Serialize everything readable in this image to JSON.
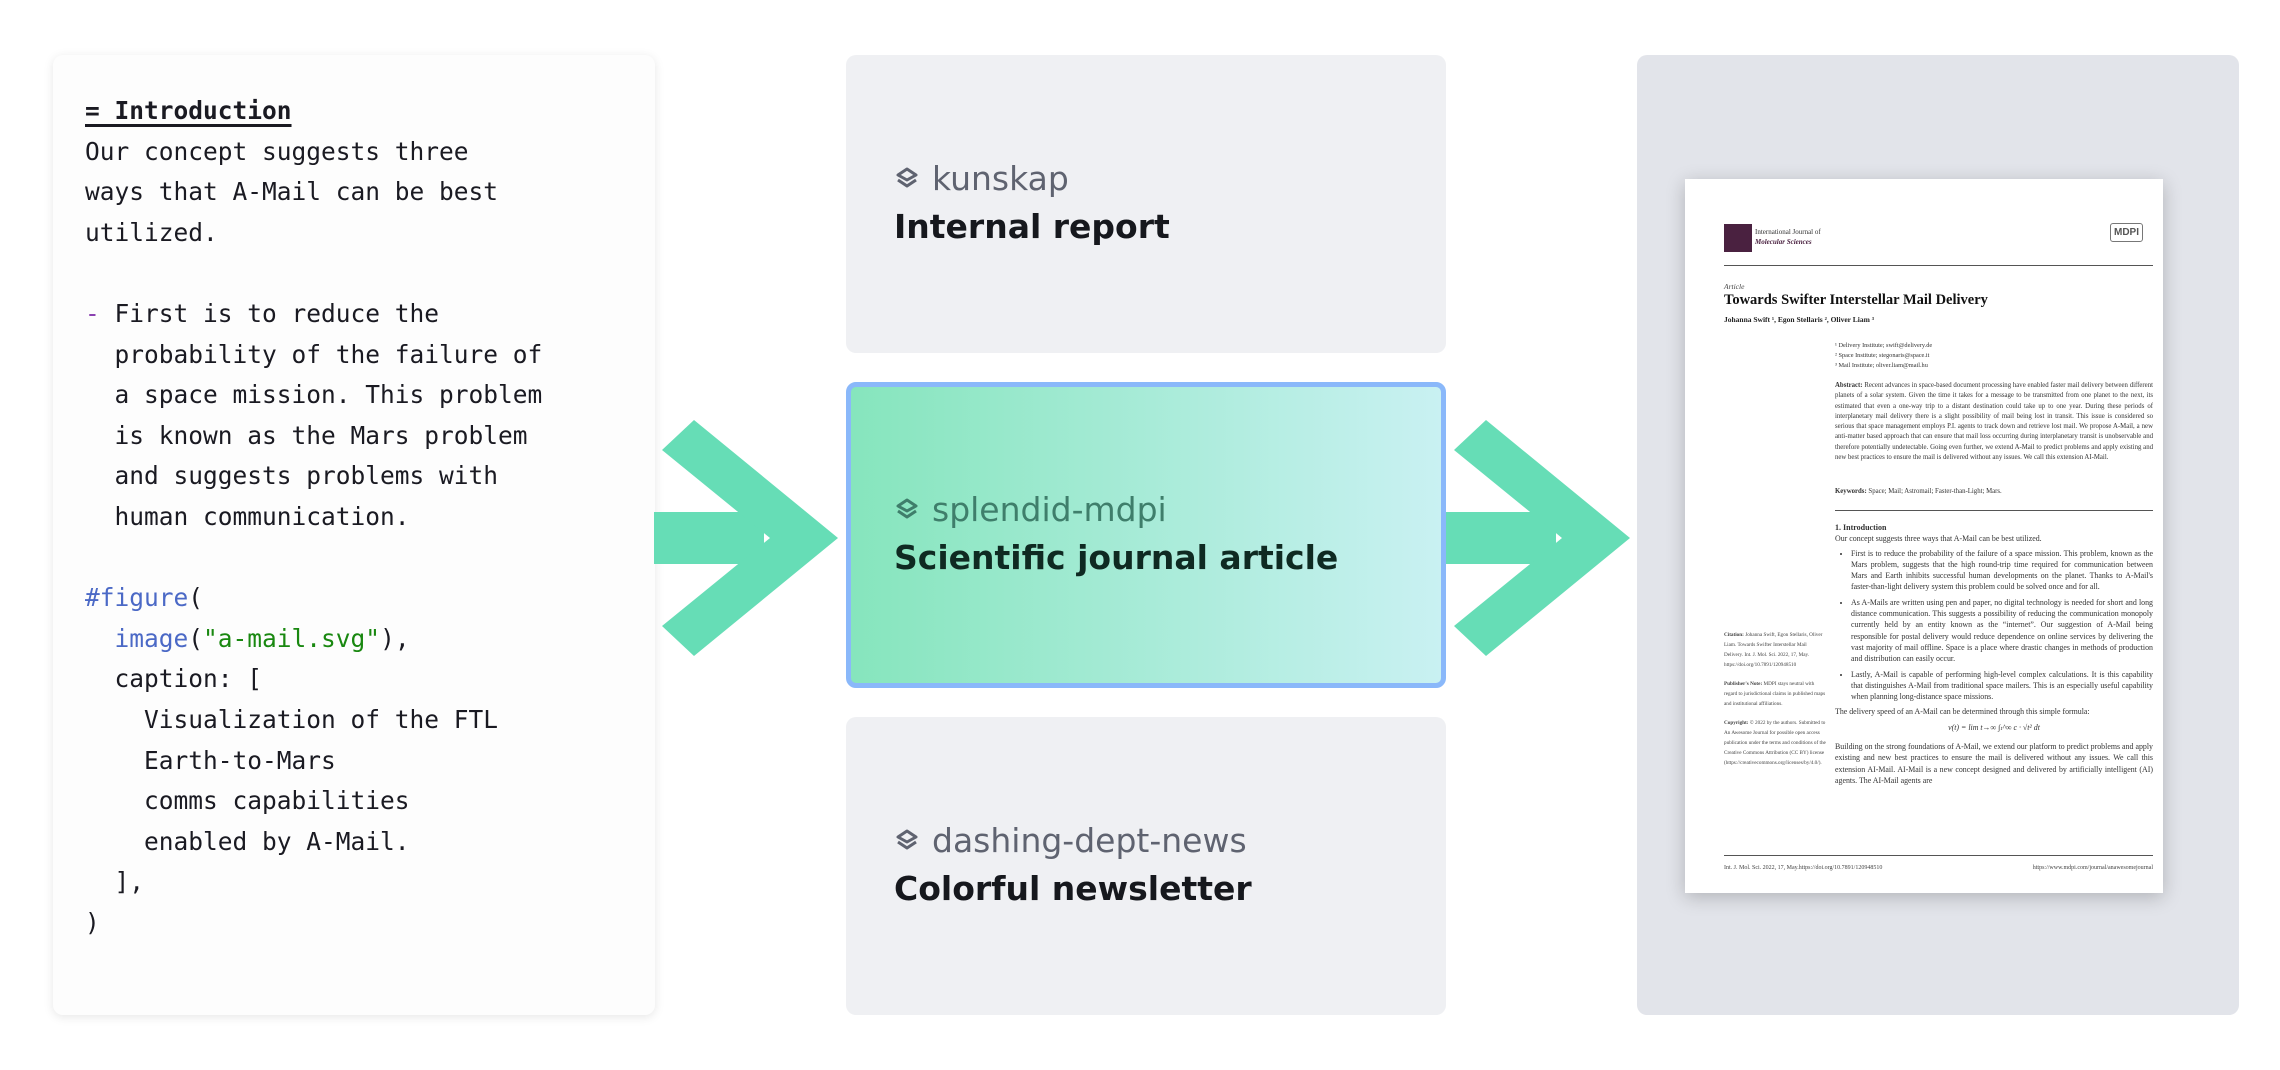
{
  "source_code": {
    "lines": [
      [
        {
          "t": "= Introduction",
          "c": "heading"
        }
      ],
      [
        {
          "t": "Our concept suggests three",
          "c": ""
        }
      ],
      [
        {
          "t": "ways that A-Mail can be best",
          "c": ""
        }
      ],
      [
        {
          "t": "utilized.",
          "c": ""
        }
      ],
      [
        {
          "t": "",
          "c": ""
        }
      ],
      [
        {
          "t": "- ",
          "c": "purple"
        },
        {
          "t": "First is to reduce the",
          "c": ""
        }
      ],
      [
        {
          "t": "  probability of the failure of",
          "c": ""
        }
      ],
      [
        {
          "t": "  a space mission. This problem",
          "c": ""
        }
      ],
      [
        {
          "t": "  is known as the Mars problem",
          "c": ""
        }
      ],
      [
        {
          "t": "  and suggests problems with",
          "c": ""
        }
      ],
      [
        {
          "t": "  human communication.",
          "c": ""
        }
      ],
      [
        {
          "t": "",
          "c": ""
        }
      ],
      [
        {
          "t": "#figure",
          "c": "blue"
        },
        {
          "t": "(",
          "c": ""
        }
      ],
      [
        {
          "t": "  ",
          "c": ""
        },
        {
          "t": "image",
          "c": "blue"
        },
        {
          "t": "(",
          "c": ""
        },
        {
          "t": "\"a-mail.svg\"",
          "c": "green"
        },
        {
          "t": "),",
          "c": ""
        }
      ],
      [
        {
          "t": "  caption: [",
          "c": ""
        }
      ],
      [
        {
          "t": "    Visualization of the FTL",
          "c": ""
        }
      ],
      [
        {
          "t": "    Earth-to-Mars",
          "c": ""
        }
      ],
      [
        {
          "t": "    comms capabilities",
          "c": ""
        }
      ],
      [
        {
          "t": "    enabled by A-Mail.",
          "c": ""
        }
      ],
      [
        {
          "t": "  ],",
          "c": ""
        }
      ],
      [
        {
          "t": ")",
          "c": ""
        }
      ]
    ]
  },
  "templates": [
    {
      "name": "kunskap",
      "title": "Internal report",
      "icon": "layers-icon",
      "selected": false
    },
    {
      "name": "splendid-mdpi",
      "title": "Scientific journal article",
      "icon": "layers-icon",
      "selected": true
    },
    {
      "name": "dashing-dept-news",
      "title": "Colorful newsletter",
      "icon": "layers-icon",
      "selected": false
    }
  ],
  "colors": {
    "arrow": "#66ddb6",
    "selected_border": "#8ab8fa",
    "panel_bg": "#e2e4ea",
    "card_bg": "#eff0f3"
  },
  "paper": {
    "journal_line1": "International Journal of",
    "journal_line2": "Molecular Sciences",
    "publisher_logo": "MDPI",
    "kind": "Article",
    "title": "Towards Swifter Interstellar Mail Delivery",
    "authors": "Johanna Swift ¹, Egon Stellaris ², Oliver Liam ³",
    "affiliations": [
      "¹ Delivery Institute; swift@delivery.de",
      "² Space Institute; stegonaris@space.it",
      "³ Mail Institute; oliver.liam@mail.hu"
    ],
    "abstract_label": "Abstract:",
    "abstract": "Recent advances in space-based document processing have enabled faster mail delivery between different planets of a solar system. Given the time it takes for a message to be transmitted from one planet to the next, its estimated that even a one-way trip to a distant destination could take up to one year. During these periods of interplanetary mail delivery there is a slight possibility of mail being lost in transit. This issue is considered so serious that space management employs P.I. agents to track down and retrieve lost mail. We propose A-Mail, a new anti-matter based approach that can ensure that mail loss occurring during interplanetary transit is unobservable and therefore potentially undetectable. Going even further, we extend A-Mail to predict problems and apply existing and new best practices to ensure the mail is delivered without any issues. We call this extension AI-Mail.",
    "keywords_label": "Keywords:",
    "keywords": "Space; Mail; Astromail; Faster-than-Light; Mars.",
    "section_heading": "1. Introduction",
    "intro": "Our concept suggests three ways that A-Mail can be best utilized.",
    "bullets": [
      "First is to reduce the probability of the failure of a space mission. This problem, known as the Mars problem, suggests that the high round-trip time required for communication between Mars and Earth inhibits successful human developments on the planet. Thanks to A-Mail's faster-than-light delivery system this problem could be solved once and for all.",
      "As A-Mails are written using pen and paper, no digital technology is needed for short and long distance communication. This suggests a possibility of reducing the communication monopoly currently held by an entity known as the “internet”. Our suggestion of A-Mail being responsible for postal delivery would reduce dependence on online services by delivering the vast majority of mail offline. Space is a place where drastic changes in methods of production and distribution can easily occur.",
      "Lastly, A-Mail is capable of performing high-level complex calculations. It is this capability that distinguishes A-Mail from traditional space mailers. This is an especially useful capability when planning long-distance space missions."
    ],
    "formula_intro": "The delivery speed of an A-Mail can be determined through this simple formula:",
    "formula": "v(t) = lim t→∞ ∫ₜ^∞ c · √t² dt",
    "closing": "Building on the strong foundations of A-Mail, we extend our platform to predict problems and apply existing and new best practices to ensure the mail is delivered without any issues. We call this extension AI-Mail. AI-Mail is a new concept designed and delivered by artificially intelligent (AI) agents. The AI-Mail agents are",
    "citation_label": "Citation:",
    "citation": "Johanna Swift, Egon Stellaris, Oliver Liam. Towards Swifter Interstellar Mail Delivery. Int. J. Mol. Sci. 2022, 17, May. https://doi.org/10.7891/120948510",
    "publisher_note_label": "Publisher's Note:",
    "publisher_note": "MDPI stays neutral with regard to jurisdictional claims in published maps and institutional affiliations.",
    "copyright_label": "Copyright:",
    "copyright": "© 2022 by the authors. Submitted to An Awesome Journal for possible open access publication under the terms and conditions of the Creative Commons Attribution (CC BY) license (https://creativecommons.org/licenses/by/4.0/).",
    "footer_left": "Int. J. Mol. Sci. 2022, 17, May.https://doi.org/10.7891/120948510",
    "footer_right": "https://www.mdpi.com/journal/anawesomejournal"
  }
}
